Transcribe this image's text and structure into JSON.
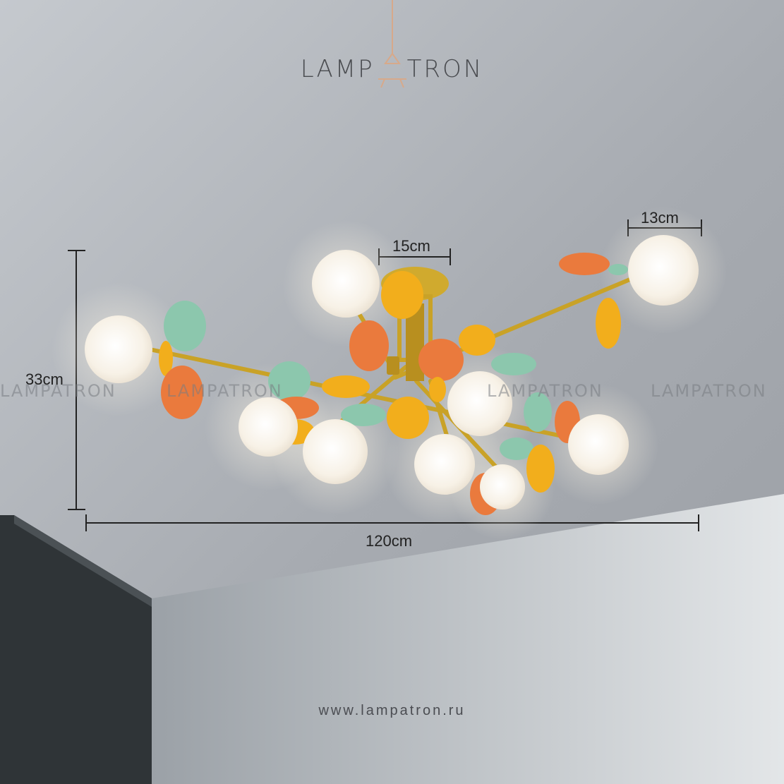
{
  "brand": {
    "logo_left": "LAMP",
    "logo_right": "TRON"
  },
  "watermarks": [
    {
      "text": "LAMPATRON"
    },
    {
      "text": "LAMPATRON"
    },
    {
      "text": "LAMPATRON"
    },
    {
      "text": "LAMPATRON"
    }
  ],
  "dimensions": {
    "width_total": "120cm",
    "height_total": "33cm",
    "canopy_width": "15cm",
    "globe_diameter": "13cm"
  },
  "footer": {
    "website": "www.lampatron.ru"
  },
  "colors": {
    "wall": "#a9adb3",
    "gold": "#c9a227",
    "orange": "#ea7a3d",
    "yellow": "#f2ae1c",
    "mint": "#8cc7ad",
    "globe": "#f8f3ea"
  }
}
